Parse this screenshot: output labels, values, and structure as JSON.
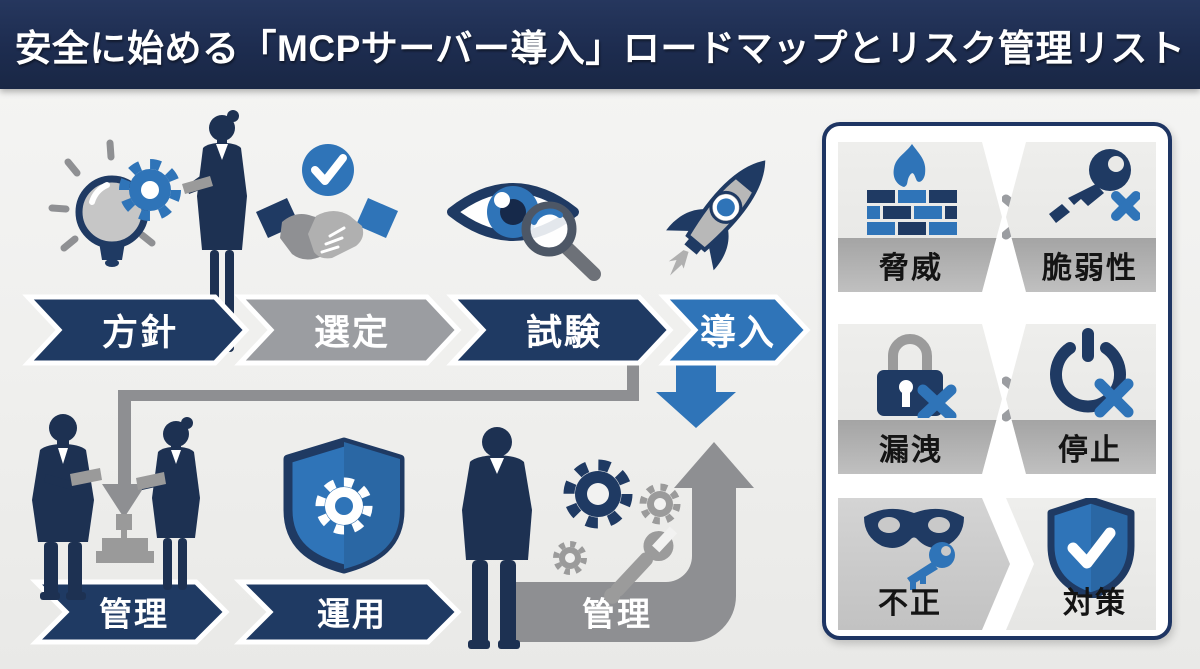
{
  "header": {
    "title": "安全に始める「MCPサーバー導入」ロードマップとリスク管理リスト"
  },
  "flow": {
    "top_steps": [
      {
        "label": "方針",
        "color": "#1f3a63"
      },
      {
        "label": "選定",
        "color": "#9b9da1"
      },
      {
        "label": "試験",
        "color": "#1f3a63"
      },
      {
        "label": "導入",
        "color": "#2f74b8"
      }
    ],
    "bottom_steps": [
      {
        "label": "管理",
        "color": "#1f3a63"
      },
      {
        "label": "運用",
        "color": "#1f3a63"
      }
    ],
    "return_step": {
      "label": "管理",
      "color": "#8e8f92"
    },
    "top_icons": [
      "lightbulb-gear-icon",
      "businesswoman-silhouette",
      "handshake-check-icon",
      "eye-magnifier-icon",
      "rocket-icon"
    ],
    "bottom_icons": [
      "businessman-tablet-silhouette",
      "businesswoman-tablet-silhouette",
      "stamp-icon",
      "shield-gear-icon",
      "businessman-silhouette",
      "gears-wrench-icon"
    ],
    "connectors": [
      "deploy-down-arrow",
      "feedback-line-arrow",
      "return-up-arrow"
    ]
  },
  "risk_panel": {
    "rows": [
      {
        "left": {
          "label": "脅威",
          "icon": "firewall-flame-icon"
        },
        "right": {
          "label": "脆弱性",
          "icon": "broken-key-icon"
        },
        "separator": "gray-navy-chevrons"
      },
      {
        "left": {
          "label": "漏洩",
          "icon": "locked-padlock-icon"
        },
        "right": {
          "label": "停止",
          "icon": "power-off-icon"
        },
        "separator": "gray-navy-chevrons"
      },
      {
        "left": {
          "label": "不正",
          "icon": "thief-mask-key-icon"
        },
        "right": {
          "label": "対策",
          "icon": "shield-check-icon"
        },
        "separator": "white-chevron-gap"
      }
    ]
  },
  "colors": {
    "navy": "#1f3a63",
    "blue": "#2f74b8",
    "step_gray": "#9b9da1",
    "arrow_gray": "#8e8f92",
    "header_bg": "#1d2c4f",
    "panel_border": "#1e3563",
    "card_bg": "#e9e9e7",
    "card_band": "#b3b3b3",
    "card_dark": "#c9c9c9",
    "background": "#f2f2f1",
    "label_text": "#141414"
  }
}
